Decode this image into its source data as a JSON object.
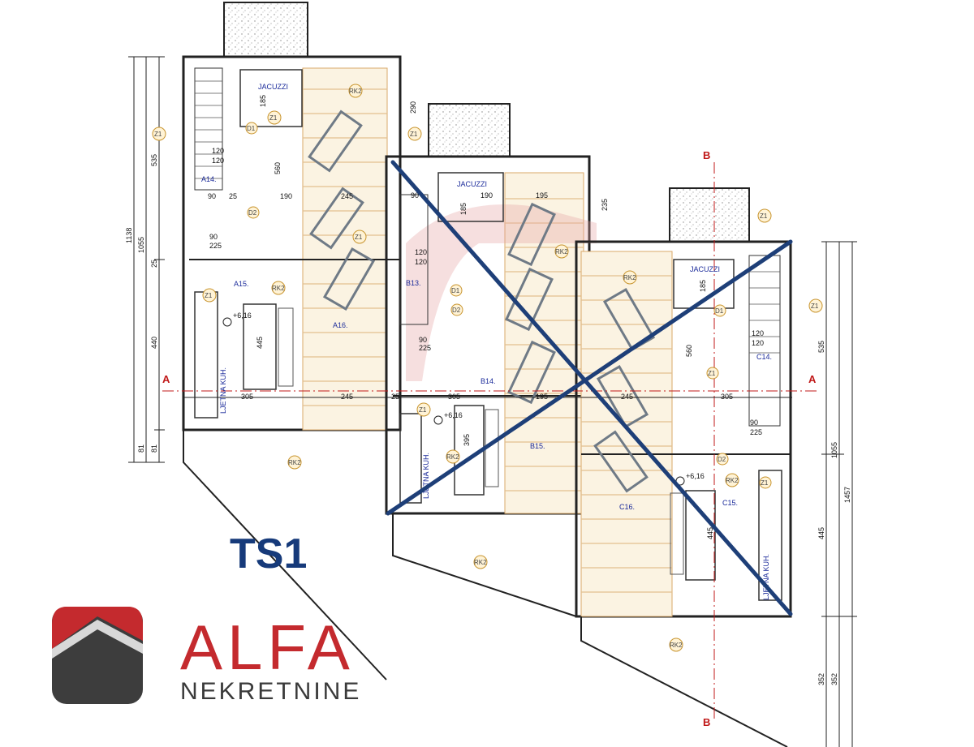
{
  "drawing": {
    "tag": "TS1",
    "section_markers": {
      "horizontal": "A",
      "vertical": "B"
    },
    "elevations": [
      "+6,16",
      "+6,16",
      "+6,16"
    ],
    "room_labels": {
      "a14": "A14.",
      "a15": "A15.",
      "a16": "A16.",
      "b13": "B13.",
      "b14": "B14.",
      "b15": "B15.",
      "c14": "C14.",
      "c15": "C15.",
      "c16": "C16."
    },
    "jacuzzi": "JACUZZI",
    "kitchen": "LJETNA KUH.",
    "callouts": {
      "z1": "Z1",
      "d1": "D1",
      "d2": "D2",
      "rk2": "RK2"
    },
    "dimensions": {
      "total_left": "1138",
      "inner_left": "1055",
      "d_535": "535",
      "d_440": "440",
      "d_81": "81",
      "d_25": "25",
      "d_185": "185",
      "d_120": "120",
      "d_560": "560",
      "d_90": "90",
      "d_190": "190",
      "d_245": "245",
      "d_305": "305",
      "d_195": "195",
      "d_235": "235",
      "d_290": "290",
      "d_445": "445",
      "d_395": "395",
      "d_225": "225",
      "d_352": "352",
      "total_right": "1457",
      "inner_right": "1055"
    }
  },
  "brand": {
    "name": "ALFA",
    "subtitle": "NEKRETNINE",
    "colors": {
      "red": "#c42a2e",
      "dark": "#3d3d3d",
      "navy": "#163a7a"
    }
  }
}
